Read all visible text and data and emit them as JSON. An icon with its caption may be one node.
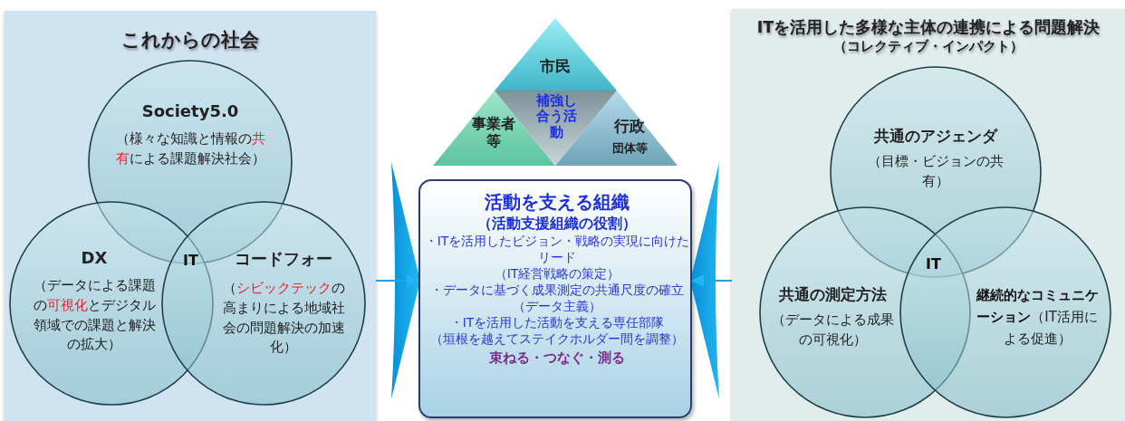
{
  "diagram": {
    "nodes": [
      {
        "text": [
          "これからの社会"
        ]
      },
      {
        "text": [
          "Society5.0",
          "（様々な知識と情報の**共有**による課題解決社会）"
        ],
        "in": 0
      },
      {
        "text": [
          "DX",
          "（データによる課題の**可視化**とデジタル領域での課題と解決の拡大）"
        ],
        "in": 0
      },
      {
        "text": [
          "コードフォー",
          "（**シビックテック**の高まりによる地域社会の問題解決の加速化）"
        ],
        "in": 0
      },
      {
        "text": [
          "市民"
        ]
      },
      {
        "text": [
          "事業者等"
        ]
      },
      {
        "text": [
          "補強し合う活動"
        ]
      },
      {
        "text": [
          "行政",
          "団体等"
        ]
      },
      {
        "text": [
          "活動を支える組織",
          "（活動支援組織の役割）",
          "・ITを活用したビジョン・戦略の実現に向けたリード",
          "（IT経営戦略の策定）",
          "・データに基づく成果測定の共通尺度の確立（データ主義）",
          "・ITを活用した活動を支える専任部隊",
          "（垣根を越えてステイクホルダー間を調整）",
          "束ねる・つなぐ・測る"
        ]
      },
      {
        "text": [
          "ITを活用した多様な主体の連携による問題解決",
          "（コレクティブ・インパクト）"
        ]
      },
      {
        "text": [
          "共通のアジェンダ",
          "（目標・ビジョンの共有）"
        ],
        "in": 9
      },
      {
        "text": [
          "共通の測定方法",
          "（データによる成果の可視化）"
        ],
        "in": 9
      },
      {
        "text": [
          "**継続的なコミュニケーション**（IT活用による促進）"
        ],
        "in": 9
      }
    ],
    "edges": [
      {
        "from": 0,
        "to": 8,
        "arrow": "to"
      },
      {
        "from": 9,
        "to": 8,
        "arrow": "to"
      }
    ],
    "labels": [
      "IT",
      "IT"
    ]
  }
}
